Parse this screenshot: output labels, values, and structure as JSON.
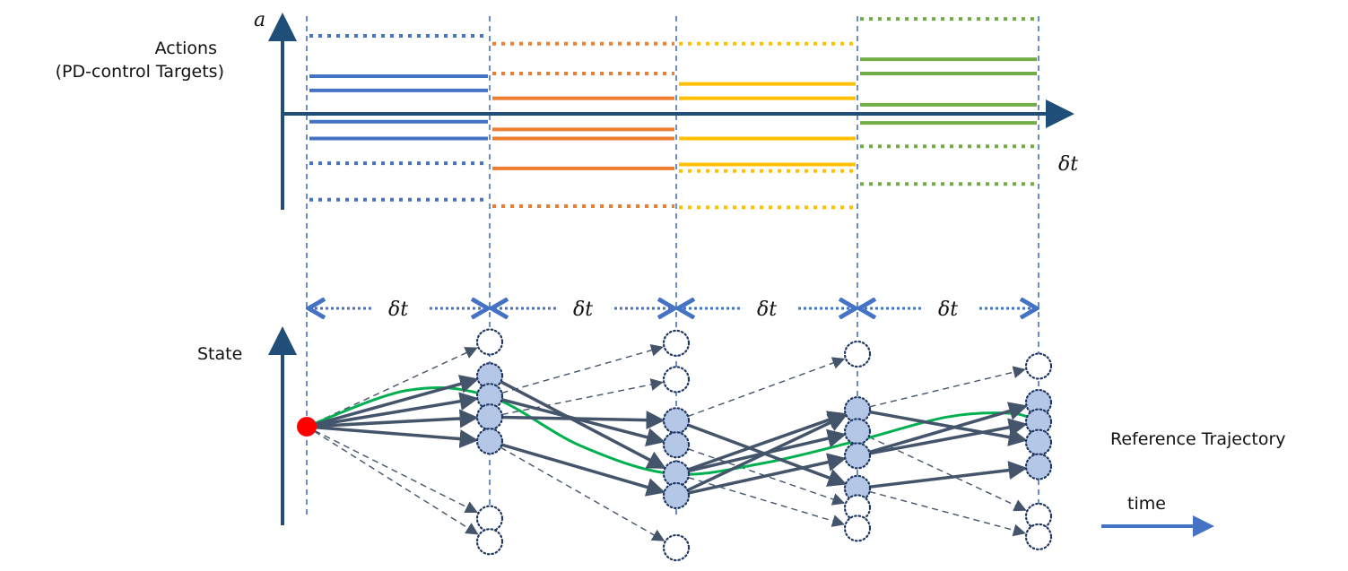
{
  "labels": {
    "actions_line1": "Actions",
    "actions_line2": "(PD-control Targets)",
    "action_axis": "a",
    "time_axis_top": "δt",
    "state": "State",
    "reference_trajectory": "Reference Trajectory",
    "time": "time",
    "interval": "δt"
  },
  "colors": {
    "axis": "#1f4e79",
    "separator": "#4472c4",
    "node_fill": "#b4c7e7",
    "node_stroke": "#1f3864",
    "edge": "#44546a",
    "start_node": "#ff0000",
    "reference": "#00b050",
    "time_arrow": "#4472c4"
  },
  "action_panel": {
    "intervals": [
      {
        "name": "interval-1",
        "color": "#4472c4",
        "targets": [
          {
            "v": 3.0,
            "style": "dotted"
          },
          {
            "v": 1.45,
            "style": "solid"
          },
          {
            "v": 0.9,
            "style": "solid"
          },
          {
            "v": -0.3,
            "style": "solid"
          },
          {
            "v": -0.95,
            "style": "solid"
          },
          {
            "v": -1.9,
            "style": "dotted"
          },
          {
            "v": -3.3,
            "style": "dotted"
          }
        ]
      },
      {
        "name": "interval-2",
        "color": "#ed7d31",
        "targets": [
          {
            "v": 2.7,
            "style": "dotted"
          },
          {
            "v": 1.55,
            "style": "dotted"
          },
          {
            "v": 0.6,
            "style": "solid"
          },
          {
            "v": -0.6,
            "style": "solid"
          },
          {
            "v": -0.95,
            "style": "solid"
          },
          {
            "v": -2.1,
            "style": "solid"
          },
          {
            "v": -3.55,
            "style": "dotted"
          }
        ]
      },
      {
        "name": "interval-3",
        "color": "#ffc000",
        "targets": [
          {
            "v": 2.7,
            "style": "dotted"
          },
          {
            "v": 1.15,
            "style": "solid"
          },
          {
            "v": 0.6,
            "style": "solid"
          },
          {
            "v": -0.95,
            "style": "solid"
          },
          {
            "v": -1.95,
            "style": "solid"
          },
          {
            "v": -2.2,
            "style": "dotted"
          },
          {
            "v": -3.6,
            "style": "dotted"
          }
        ]
      },
      {
        "name": "interval-4",
        "color": "#70ad47",
        "targets": [
          {
            "v": 3.65,
            "style": "dotted"
          },
          {
            "v": 2.1,
            "style": "solid"
          },
          {
            "v": 1.55,
            "style": "solid"
          },
          {
            "v": 0.35,
            "style": "solid"
          },
          {
            "v": -0.35,
            "style": "solid"
          },
          {
            "v": -1.25,
            "style": "dotted"
          },
          {
            "v": -2.7,
            "style": "dotted"
          }
        ]
      }
    ]
  },
  "state_graph": {
    "columns": [
      {
        "name": "t0",
        "nodes": [
          {
            "id": "s0",
            "y": 0,
            "kind": "start"
          }
        ]
      },
      {
        "name": "t1",
        "nodes": [
          {
            "id": "a0",
            "y": 3.5,
            "kind": "empty"
          },
          {
            "id": "a1",
            "y": 2.1,
            "kind": "filled"
          },
          {
            "id": "a2",
            "y": 1.25,
            "kind": "filled"
          },
          {
            "id": "a3",
            "y": 0.4,
            "kind": "filled"
          },
          {
            "id": "a4",
            "y": -0.6,
            "kind": "filled"
          },
          {
            "id": "a5",
            "y": -3.8,
            "kind": "empty"
          },
          {
            "id": "a6",
            "y": -4.75,
            "kind": "empty"
          }
        ]
      },
      {
        "name": "t2",
        "nodes": [
          {
            "id": "b0",
            "y": 3.45,
            "kind": "empty"
          },
          {
            "id": "b1",
            "y": 1.95,
            "kind": "empty"
          },
          {
            "id": "b2",
            "y": 0.25,
            "kind": "filled"
          },
          {
            "id": "b3",
            "y": -0.75,
            "kind": "filled"
          },
          {
            "id": "b4",
            "y": -1.95,
            "kind": "filled"
          },
          {
            "id": "b5",
            "y": -2.85,
            "kind": "filled"
          },
          {
            "id": "b6",
            "y": -5.0,
            "kind": "empty"
          }
        ]
      },
      {
        "name": "t3",
        "nodes": [
          {
            "id": "c0",
            "y": 3.0,
            "kind": "empty"
          },
          {
            "id": "c1",
            "y": 0.7,
            "kind": "filled"
          },
          {
            "id": "c2",
            "y": -0.2,
            "kind": "filled"
          },
          {
            "id": "c3",
            "y": -1.2,
            "kind": "filled"
          },
          {
            "id": "c4",
            "y": -2.55,
            "kind": "filled"
          },
          {
            "id": "c5",
            "y": -3.35,
            "kind": "empty"
          },
          {
            "id": "c6",
            "y": -4.2,
            "kind": "empty"
          }
        ]
      },
      {
        "name": "t4",
        "nodes": [
          {
            "id": "d0",
            "y": 2.5,
            "kind": "empty"
          },
          {
            "id": "d1",
            "y": 1.0,
            "kind": "filled"
          },
          {
            "id": "d2",
            "y": 0.2,
            "kind": "filled"
          },
          {
            "id": "d3",
            "y": -0.65,
            "kind": "filled"
          },
          {
            "id": "d4",
            "y": -1.65,
            "kind": "filled"
          },
          {
            "id": "d5",
            "y": -3.7,
            "kind": "empty"
          },
          {
            "id": "d6",
            "y": -4.55,
            "kind": "empty"
          }
        ]
      }
    ],
    "solid_edges": [
      [
        "s0",
        "a1"
      ],
      [
        "s0",
        "a2"
      ],
      [
        "s0",
        "a3"
      ],
      [
        "s0",
        "a4"
      ],
      [
        "a1",
        "b4"
      ],
      [
        "a2",
        "b3"
      ],
      [
        "a3",
        "b2"
      ],
      [
        "a4",
        "b5"
      ],
      [
        "b2",
        "c4"
      ],
      [
        "b4",
        "c2"
      ],
      [
        "b4",
        "c1"
      ],
      [
        "b5",
        "c1"
      ],
      [
        "b5",
        "c3"
      ],
      [
        "c1",
        "d3"
      ],
      [
        "c3",
        "d1"
      ],
      [
        "c3",
        "d2"
      ],
      [
        "c4",
        "d4"
      ]
    ],
    "dashed_edges": [
      [
        "s0",
        "a0"
      ],
      [
        "s0",
        "a5"
      ],
      [
        "s0",
        "a6"
      ],
      [
        "a2",
        "b0"
      ],
      [
        "a3",
        "b1"
      ],
      [
        "a4",
        "b6"
      ],
      [
        "b2",
        "c0"
      ],
      [
        "b3",
        "c5"
      ],
      [
        "b4",
        "c6"
      ],
      [
        "c1",
        "d0"
      ],
      [
        "c2",
        "d5"
      ],
      [
        "c4",
        "d6"
      ]
    ],
    "reference_trajectory": [
      {
        "t": 0,
        "y": 0
      },
      {
        "t": 0.55,
        "y": 1.5
      },
      {
        "t": 1.0,
        "y": 1.25
      },
      {
        "t": 1.5,
        "y": -0.8
      },
      {
        "t": 2.0,
        "y": -1.95
      },
      {
        "t": 2.5,
        "y": -1.5
      },
      {
        "t": 3.0,
        "y": -0.6
      },
      {
        "t": 3.5,
        "y": 0.4
      },
      {
        "t": 3.85,
        "y": 0.55
      },
      {
        "t": 4.0,
        "y": 0.2
      }
    ]
  }
}
